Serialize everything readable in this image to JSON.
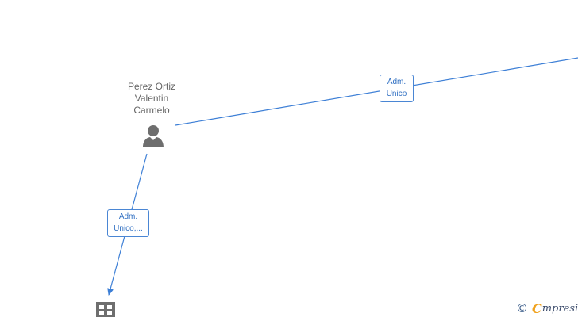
{
  "person": {
    "name_lines": [
      "Perez Ortiz",
      "Valentin",
      "Carmelo"
    ],
    "icon": "person-icon"
  },
  "company": {
    "icon": "building-grid-icon"
  },
  "relations": [
    {
      "id": "top",
      "label_lines": [
        "Adm.",
        "Unico"
      ]
    },
    {
      "id": "bottom",
      "label_lines": [
        "Adm.",
        "Unico,..."
      ]
    }
  ],
  "watermark": {
    "symbol": "©",
    "brand_first": "C",
    "brand_rest": "mpresia"
  },
  "colors": {
    "edge": "#3d7fd6",
    "label_border": "#4a86d4",
    "label_text": "#2f6fc2",
    "node_icon": "#6e6e6e",
    "name_text": "#666666"
  }
}
